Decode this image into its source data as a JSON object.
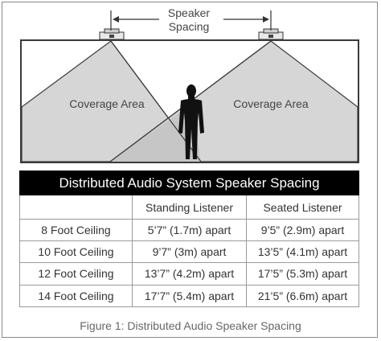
{
  "diagram": {
    "spacing_label_line1": "Speaker",
    "spacing_label_line2": "Spacing",
    "coverage_left": "Coverage Area",
    "coverage_right": "Coverage Area"
  },
  "table": {
    "title": "Distributed Audio System Speaker Spacing",
    "headers": [
      "",
      "Standing Listener",
      "Seated Listener"
    ],
    "rows": [
      [
        "8 Foot Ceiling",
        "5’7” (1.7m) apart",
        "9’5” (2.9m) apart"
      ],
      [
        "10 Foot Ceiling",
        "9’7” (3m) apart",
        "13’5” (4.1m) apart"
      ],
      [
        "12 Foot Ceiling",
        "13’7” (4.2m) apart",
        "17’5” (5.3m) apart"
      ],
      [
        "14 Foot Ceiling",
        "17’7” (5.4m) apart",
        "21’5” (6.6m) apart"
      ]
    ]
  },
  "caption": "Figure 1: Distributed Audio Speaker Spacing"
}
